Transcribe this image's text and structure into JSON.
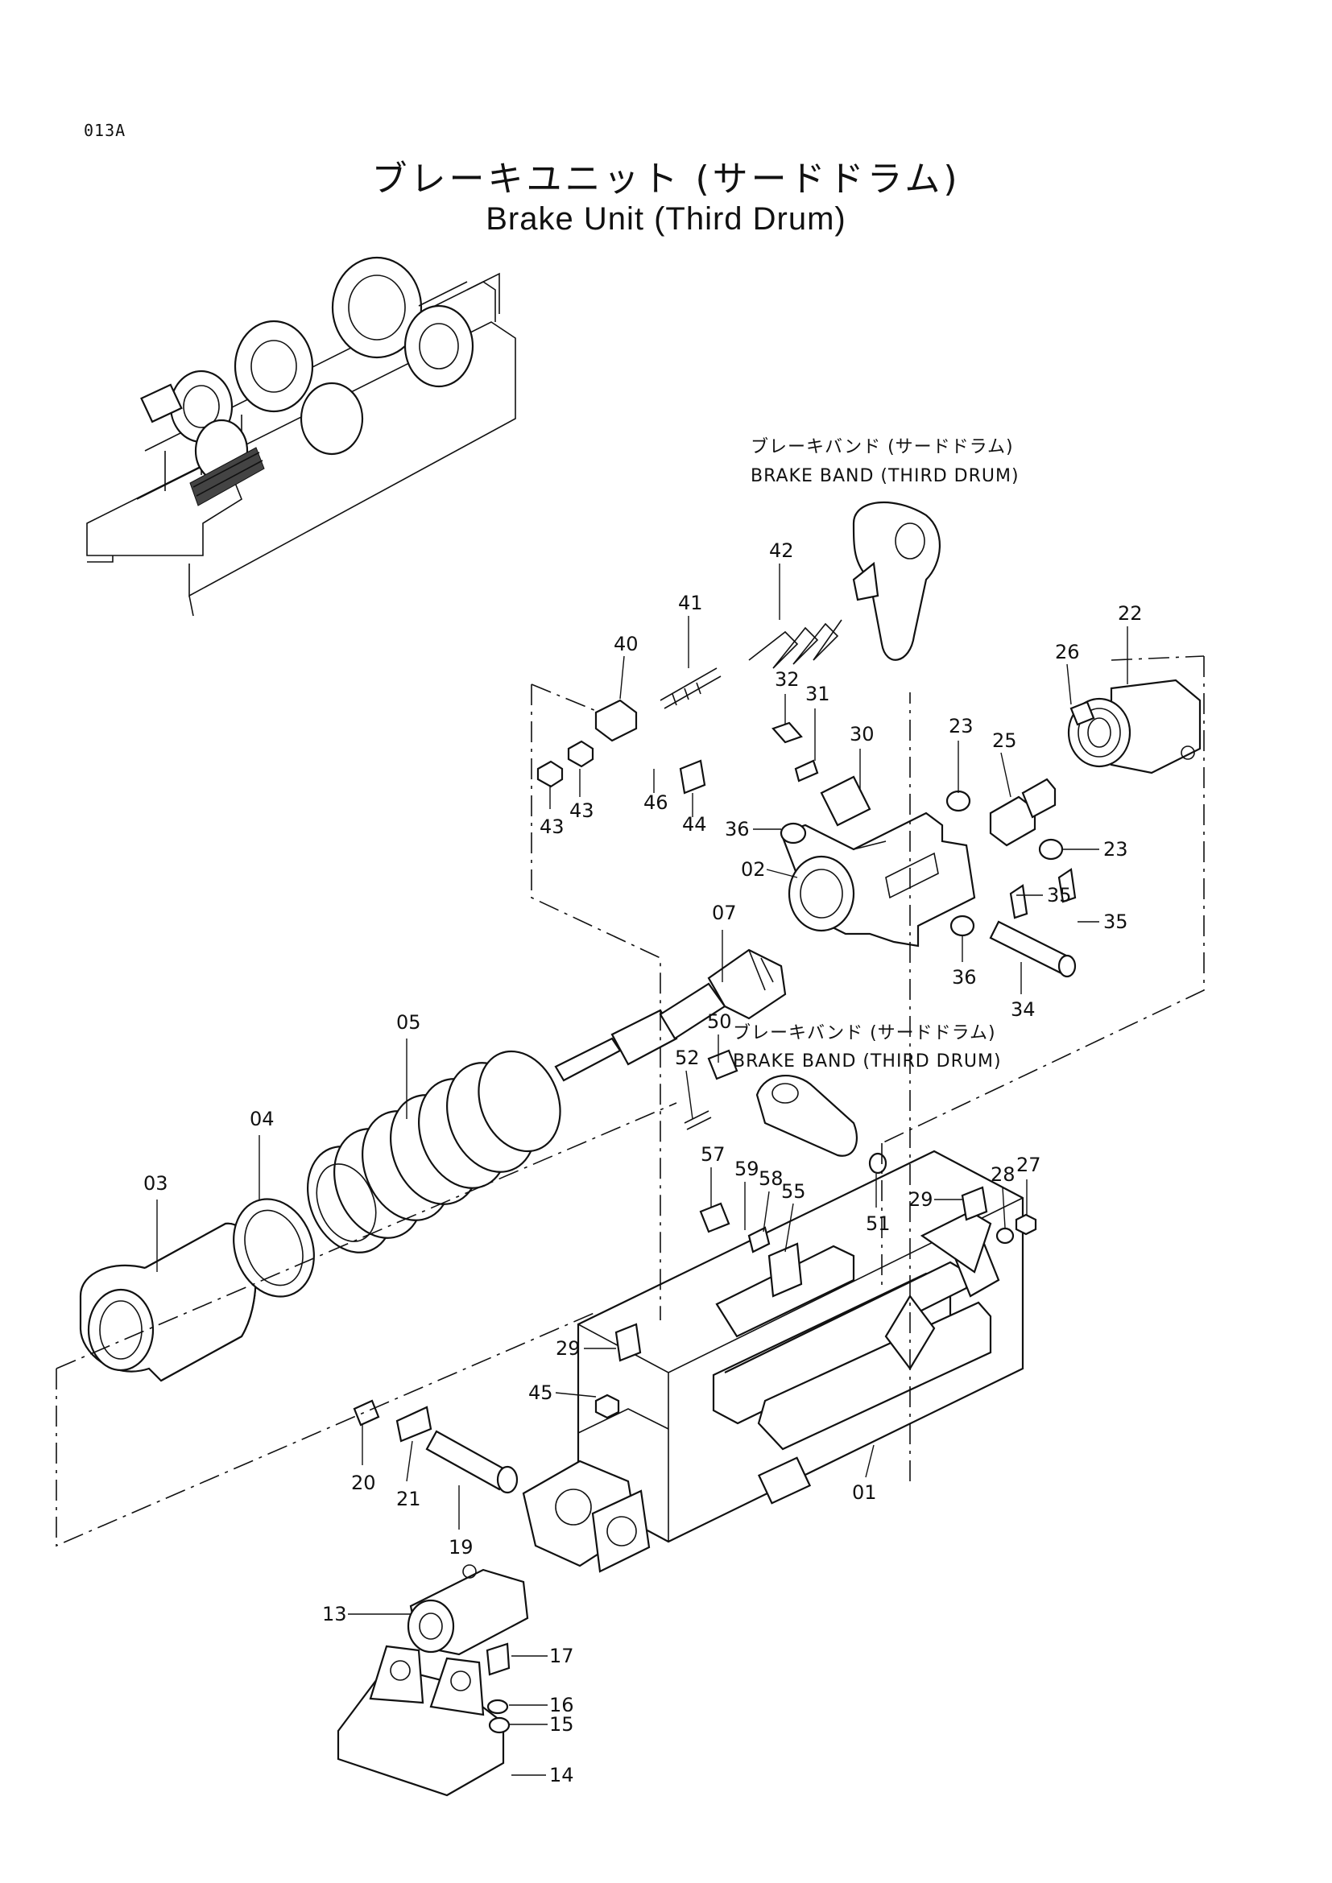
{
  "page": {
    "code": "013A",
    "title_jp": "ブレーキユニット (サードドラム)",
    "title_en": "Brake Unit (Third Drum)"
  },
  "callouts": {
    "band_top": {
      "jp": "ブレーキバンド (サードドラム)",
      "en": "BRAKE BAND (THIRD DRUM)"
    },
    "band_mid": {
      "jp": "ブレーキバンド (サードドラム)",
      "en": "BRAKE BAND (THIRD DRUM)"
    }
  },
  "parts": [
    {
      "id": "p01",
      "label": "01"
    },
    {
      "id": "p02",
      "label": "02"
    },
    {
      "id": "p03",
      "label": "03"
    },
    {
      "id": "p04",
      "label": "04"
    },
    {
      "id": "p05",
      "label": "05"
    },
    {
      "id": "p07",
      "label": "07"
    },
    {
      "id": "p13",
      "label": "13"
    },
    {
      "id": "p14",
      "label": "14"
    },
    {
      "id": "p15",
      "label": "15"
    },
    {
      "id": "p16",
      "label": "16"
    },
    {
      "id": "p17",
      "label": "17"
    },
    {
      "id": "p19",
      "label": "19"
    },
    {
      "id": "p20",
      "label": "20"
    },
    {
      "id": "p21",
      "label": "21"
    },
    {
      "id": "p22",
      "label": "22"
    },
    {
      "id": "p23a",
      "label": "23"
    },
    {
      "id": "p23b",
      "label": "23"
    },
    {
      "id": "p25",
      "label": "25"
    },
    {
      "id": "p26",
      "label": "26"
    },
    {
      "id": "p27",
      "label": "27"
    },
    {
      "id": "p28",
      "label": "28"
    },
    {
      "id": "p29a",
      "label": "29"
    },
    {
      "id": "p29b",
      "label": "29"
    },
    {
      "id": "p30",
      "label": "30"
    },
    {
      "id": "p31",
      "label": "31"
    },
    {
      "id": "p32",
      "label": "32"
    },
    {
      "id": "p34",
      "label": "34"
    },
    {
      "id": "p35a",
      "label": "35"
    },
    {
      "id": "p35b",
      "label": "35"
    },
    {
      "id": "p36a",
      "label": "36"
    },
    {
      "id": "p36b",
      "label": "36"
    },
    {
      "id": "p40",
      "label": "40"
    },
    {
      "id": "p41",
      "label": "41"
    },
    {
      "id": "p42",
      "label": "42"
    },
    {
      "id": "p43a",
      "label": "43"
    },
    {
      "id": "p43b",
      "label": "43"
    },
    {
      "id": "p44",
      "label": "44"
    },
    {
      "id": "p45",
      "label": "45"
    },
    {
      "id": "p46",
      "label": "46"
    },
    {
      "id": "p50",
      "label": "50"
    },
    {
      "id": "p51",
      "label": "51"
    },
    {
      "id": "p52",
      "label": "52"
    },
    {
      "id": "p55",
      "label": "55"
    },
    {
      "id": "p57",
      "label": "57"
    },
    {
      "id": "p58",
      "label": "58"
    },
    {
      "id": "p59",
      "label": "59"
    }
  ]
}
